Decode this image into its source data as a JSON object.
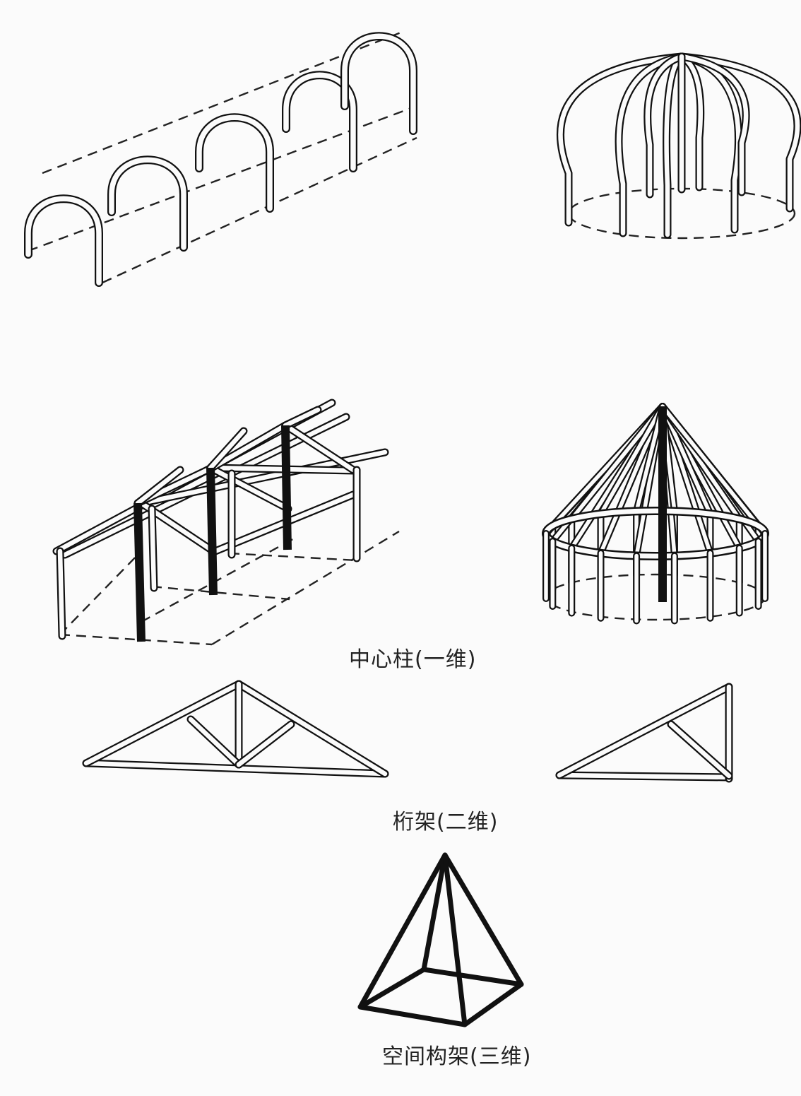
{
  "captions": {
    "one_dimension": "中心柱(一维)",
    "two_dimension": "桁架(二维)",
    "three_dimension": "空间构架(三维)"
  },
  "colors": {
    "ink": "#111111",
    "paper": "#fbfbfb"
  }
}
